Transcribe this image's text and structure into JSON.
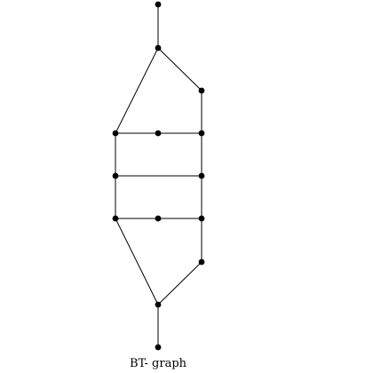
{
  "caption": "BT- graph",
  "colors": {
    "edge": "#000000",
    "node": "#000000",
    "background": "#ffffff"
  },
  "graph": {
    "nodes": [
      "top",
      "hub-top",
      "right-upper",
      "r1-left",
      "r1-mid",
      "r1-right",
      "r2-left",
      "r2-right",
      "r3-left",
      "r3-mid",
      "r3-right",
      "right-lower",
      "hub-bottom",
      "bottom"
    ],
    "edges": [
      [
        "top",
        "hub-top"
      ],
      [
        "hub-top",
        "r1-left"
      ],
      [
        "hub-top",
        "right-upper"
      ],
      [
        "right-upper",
        "r1-right"
      ],
      [
        "r1-left",
        "r1-mid"
      ],
      [
        "r1-mid",
        "r1-right"
      ],
      [
        "r1-left",
        "r2-left"
      ],
      [
        "r1-right",
        "r2-right"
      ],
      [
        "r2-left",
        "r2-right"
      ],
      [
        "r2-left",
        "r3-left"
      ],
      [
        "r2-right",
        "r3-right"
      ],
      [
        "r3-left",
        "r3-mid"
      ],
      [
        "r3-mid",
        "r3-right"
      ],
      [
        "r3-right",
        "right-lower"
      ],
      [
        "r3-left",
        "hub-bottom"
      ],
      [
        "right-lower",
        "hub-bottom"
      ],
      [
        "hub-bottom",
        "bottom"
      ]
    ]
  }
}
